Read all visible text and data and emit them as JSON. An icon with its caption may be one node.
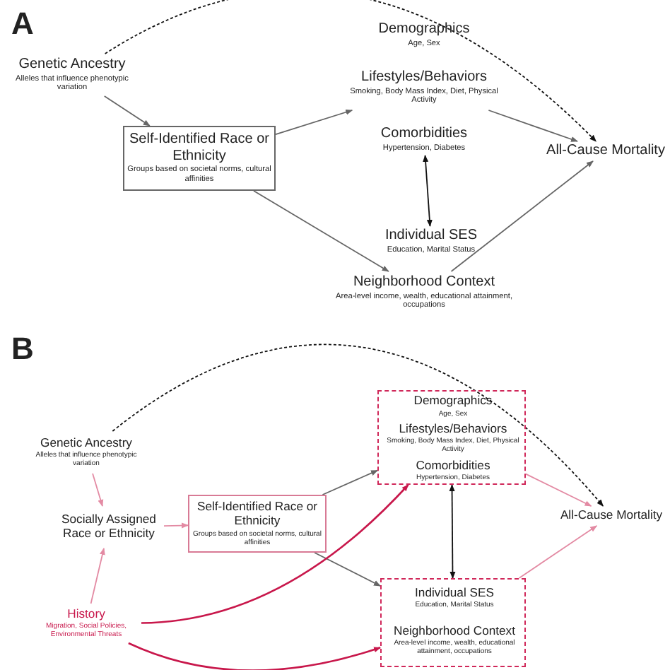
{
  "diagram": {
    "nodes": [
      {
        "text": [
          "Genetic Ancestry",
          "Alleles that influence phenotypic variation"
        ]
      },
      {
        "text": [
          "Self-Identified Race or Ethnicity",
          "Groups based on societal norms, cultural affinities"
        ]
      },
      {
        "text": [
          "Demographics",
          "Age, Sex"
        ]
      },
      {
        "text": [
          "Lifestyles/Behaviors",
          "Smoking, Body Mass Index, Diet, Physical Activity"
        ]
      },
      {
        "text": [
          "Comorbidities",
          "Hypertension, Diabetes"
        ]
      },
      {
        "text": [
          "Individual SES",
          "Education, Marital Status"
        ]
      },
      {
        "text": [
          "Neighborhood Context",
          "Area-level income, wealth, educational attainment, occupations"
        ]
      },
      {
        "text": [
          "All-Cause Mortality"
        ]
      },
      {
        "text": [
          "Genetic Ancestry",
          "Alleles that influence phenotypic variation"
        ]
      },
      {
        "text": [
          "Socially Assigned Race or Ethnicity"
        ]
      },
      {
        "text": [
          "Self-Identified Race or Ethnicity",
          "Groups based on societal norms, cultural affinities"
        ]
      },
      {
        "text": [],
        "shape": "box"
      },
      {
        "text": [
          "Demographics",
          "Age, Sex"
        ],
        "in": 11
      },
      {
        "text": [
          "Lifestyles/Behaviors",
          "Smoking, Body Mass Index, Diet, Physical Activity"
        ],
        "in": 11
      },
      {
        "text": [
          "Comorbidities",
          "Hypertension, Diabetes"
        ],
        "in": 11
      },
      {
        "text": [],
        "shape": "box"
      },
      {
        "text": [
          "Individual SES",
          "Education, Marital Status"
        ],
        "in": 15
      },
      {
        "text": [
          "Neighborhood Context",
          "Area-level income, wealth, educational attainment, occupations"
        ],
        "in": 15
      },
      {
        "text": [
          "All-Cause Mortality"
        ]
      },
      {
        "text": [
          "History",
          "Migration, Social Policies, Environmental Threats"
        ]
      }
    ],
    "edges": [
      {
        "from": 0,
        "to": 1,
        "arrow": "to"
      },
      {
        "from": 1,
        "to": 3,
        "arrow": "to"
      },
      {
        "from": 1,
        "to": 6,
        "arrow": "to"
      },
      {
        "from": 4,
        "to": 5,
        "arrow": "both",
        "color": "#111111"
      },
      {
        "from": 3,
        "to": 7,
        "arrow": "to"
      },
      {
        "from": 6,
        "to": 7,
        "arrow": "to"
      },
      {
        "from": 0,
        "to": 7,
        "arrow": "to",
        "style": "dashed",
        "color": "#111111"
      },
      {
        "from": 8,
        "to": 9,
        "arrow": "to",
        "color": "#e38aa3"
      },
      {
        "from": 9,
        "to": 10,
        "arrow": "to",
        "color": "#e38aa3"
      },
      {
        "from": 19,
        "to": 9,
        "arrow": "to",
        "color": "#e38aa3"
      },
      {
        "from": 10,
        "to": 11,
        "arrow": "to"
      },
      {
        "from": 10,
        "to": 15,
        "arrow": "to"
      },
      {
        "from": 19,
        "to": 11,
        "arrow": "to",
        "color": "#c8174b"
      },
      {
        "from": 19,
        "to": 15,
        "arrow": "to",
        "color": "#c8174b"
      },
      {
        "from": 11,
        "to": 15,
        "arrow": "both",
        "color": "#111111"
      },
      {
        "from": 11,
        "to": 18,
        "arrow": "to",
        "color": "#e38aa3"
      },
      {
        "from": 15,
        "to": 18,
        "arrow": "to",
        "color": "#e38aa3"
      },
      {
        "from": 8,
        "to": 18,
        "arrow": "to",
        "style": "dashed",
        "color": "#111111"
      }
    ],
    "labels": [
      "A",
      "B"
    ]
  }
}
